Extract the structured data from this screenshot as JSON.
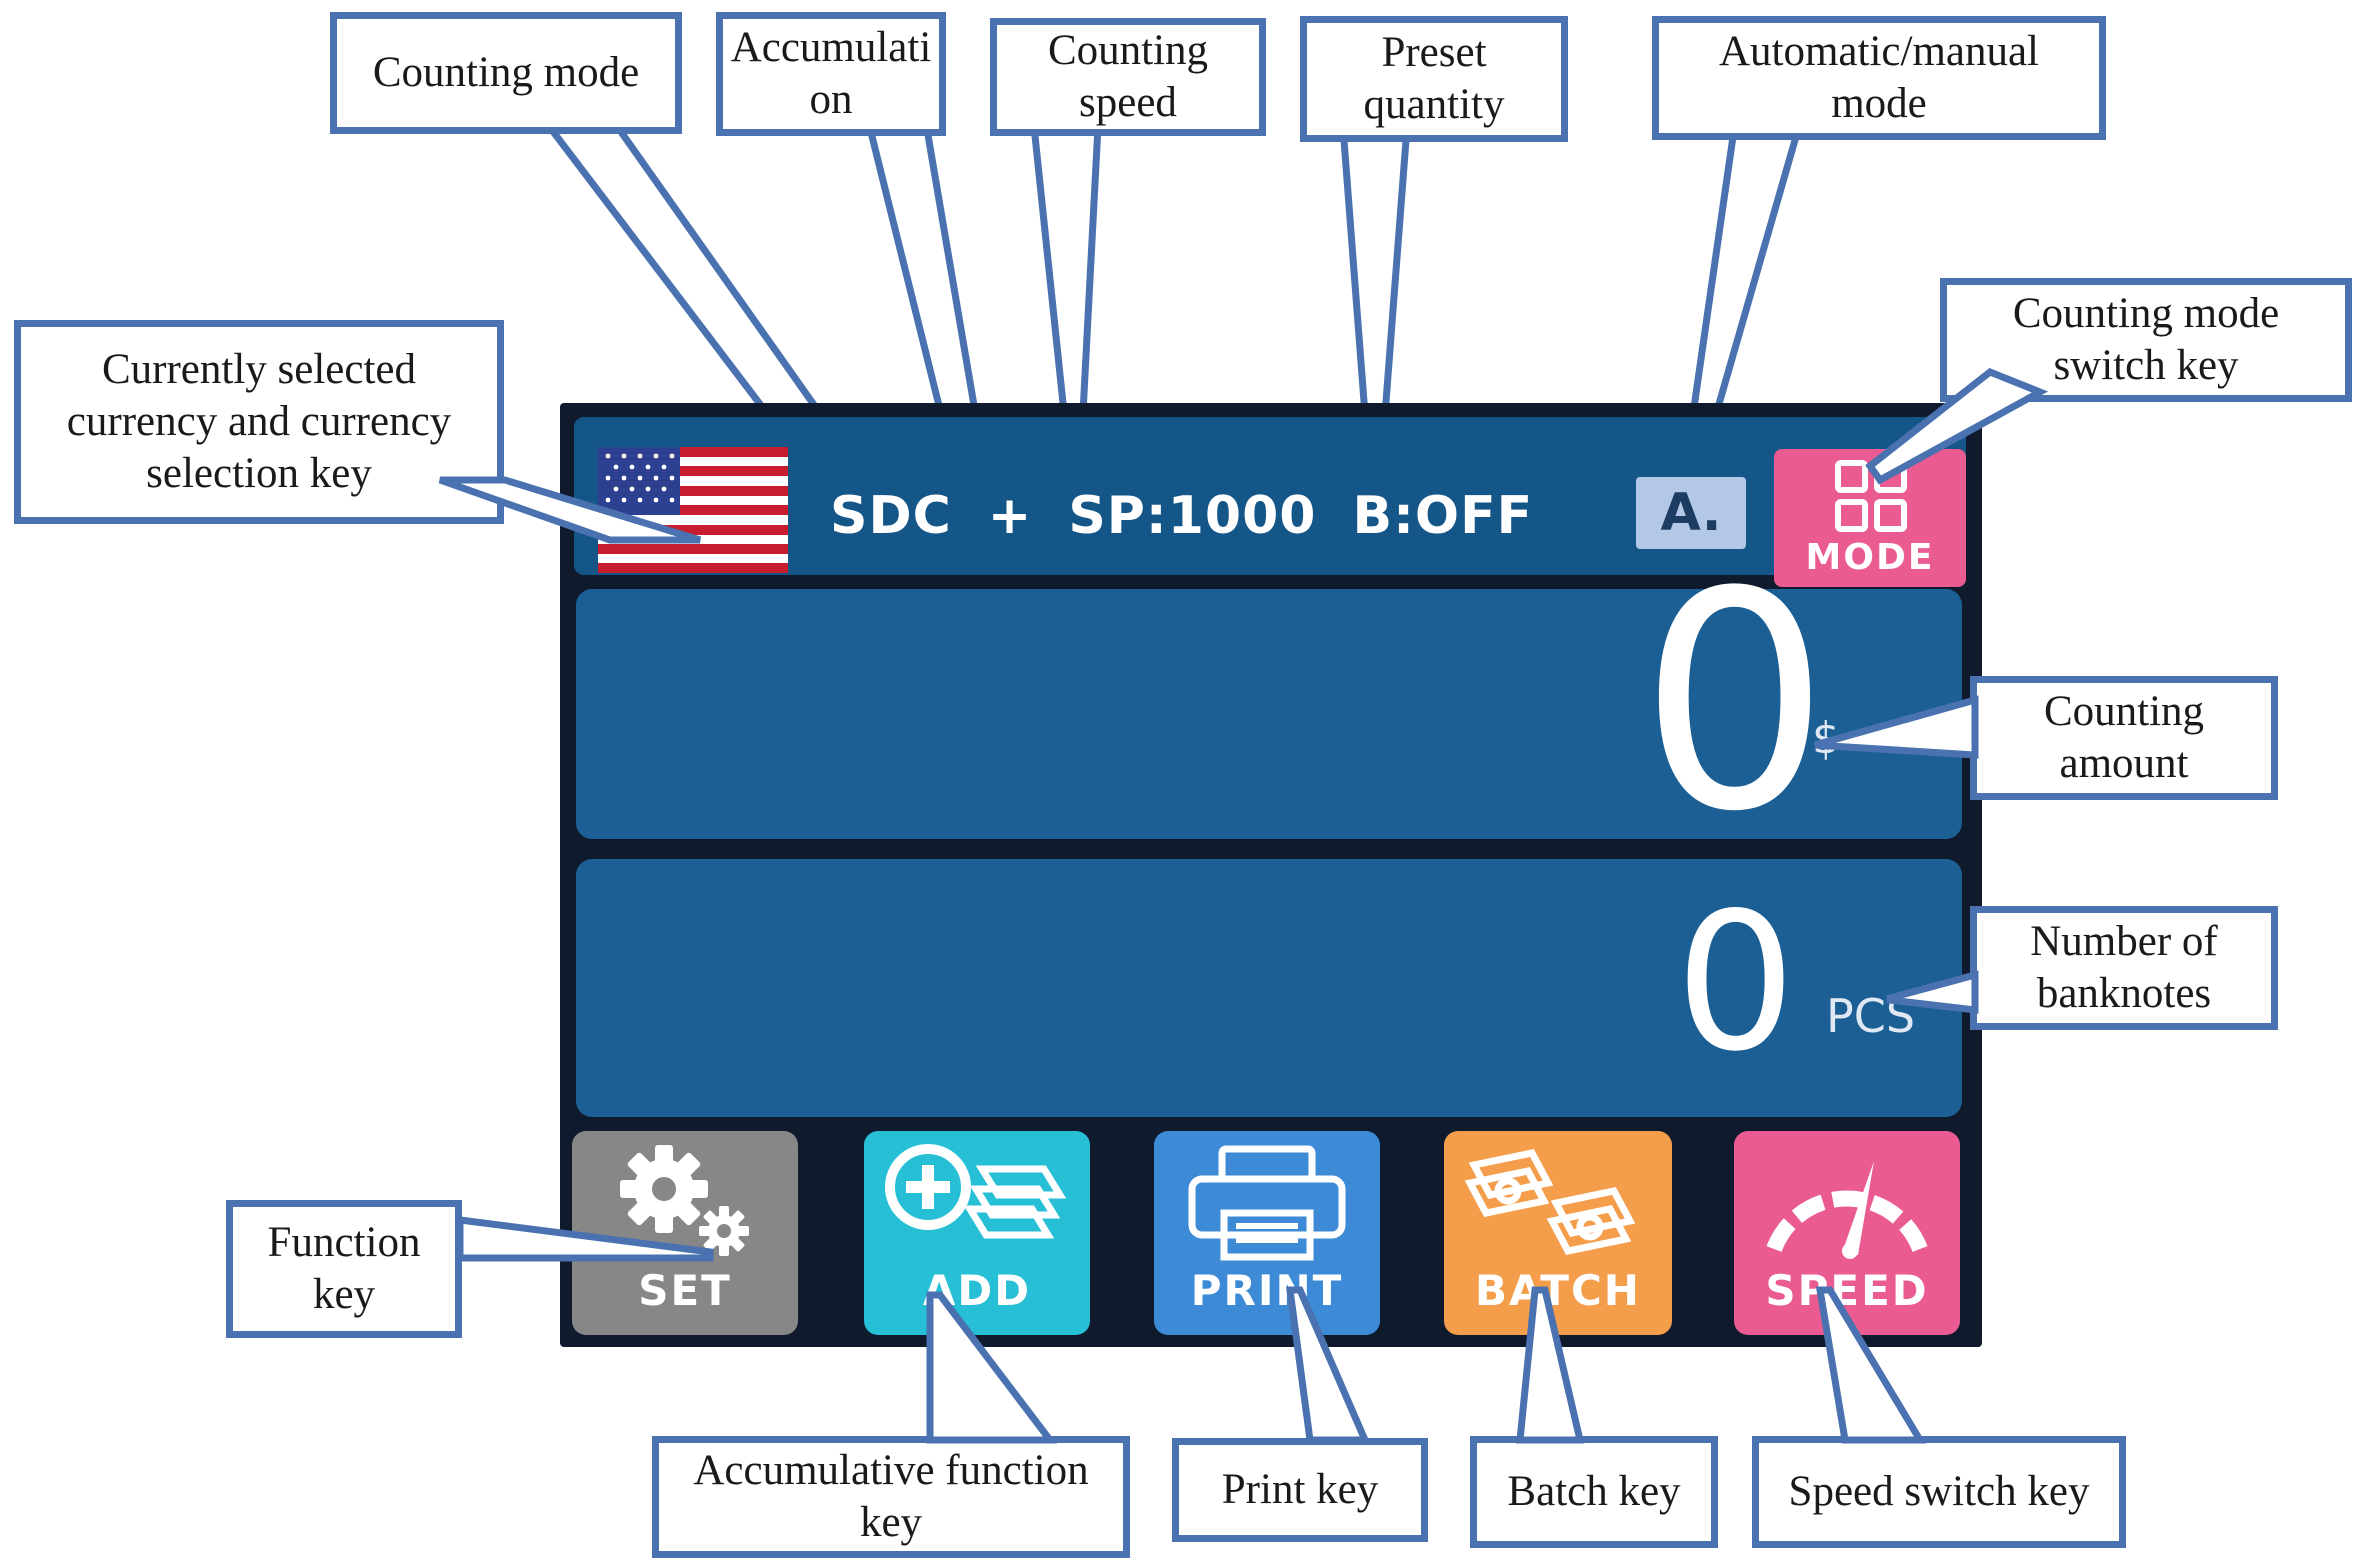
{
  "colors": {
    "callout_border": "#4a72b0",
    "screen_background": "#0f1a2d",
    "status_bar": "#145688",
    "display_panel": "#1c5f95",
    "mode_button": "#ea5b92",
    "set_button": "#878787",
    "add_button": "#26bfd6",
    "print_button": "#3d8ad7",
    "batch_button": "#f49e4b",
    "speed_button": "#ea5b92"
  },
  "status_bar": {
    "currency_flag_icon": "us-flag-icon",
    "counting_mode": "SDC",
    "accumulation": "+",
    "speed": "SP:1000",
    "batch": "B:OFF",
    "auto_manual": "A.",
    "mode_button_label": "MODE",
    "mode_button_icon": "grid-icon"
  },
  "display": {
    "amount": "0",
    "amount_unit": "$",
    "pieces": "0",
    "pieces_unit": "PCS"
  },
  "keys": [
    {
      "label": "SET",
      "icon": "gears-icon"
    },
    {
      "label": "ADD",
      "icon": "plus-banknotes-icon"
    },
    {
      "label": "PRINT",
      "icon": "printer-icon"
    },
    {
      "label": "BATCH",
      "icon": "banknote-stacks-icon"
    },
    {
      "label": "SPEED",
      "icon": "speedometer-icon"
    }
  ],
  "callouts": {
    "counting_mode": "Counting mode",
    "accumulation": "Accumulati\non",
    "counting_speed": "Counting\nspeed",
    "preset_quantity": "Preset\nquantity",
    "auto_manual_mode": "Automatic/manual\nmode",
    "currency": "Currently selected\ncurrency and currency\nselection key",
    "mode_switch_key": "Counting mode\nswitch key",
    "counting_amount": "Counting\namount",
    "number_of_banknotes": "Number of\nbanknotes",
    "function_key": "Function\nkey",
    "accumulative_function_key": "Accumulative function\nkey",
    "print_key": "Print key",
    "batch_key": "Batch key",
    "speed_switch_key": "Speed switch key"
  }
}
